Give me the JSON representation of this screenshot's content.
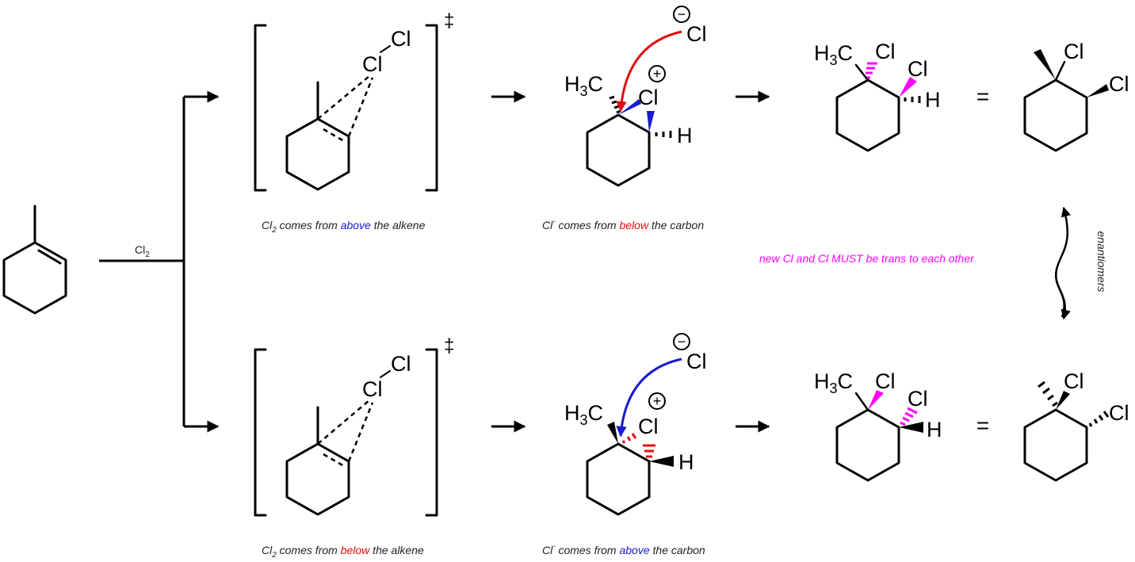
{
  "colors": {
    "ink": "#000000",
    "above": "#1a1ad0",
    "below": "#e01010",
    "highlight": "#ff00ff",
    "red_arrow": "#e01010",
    "blue_arrow": "#1a1ad0"
  },
  "reagent": {
    "text": "Cl",
    "sub": "2"
  },
  "symbols": {
    "ts": "‡",
    "equals": "=",
    "minus": "−",
    "plus": "+"
  },
  "atoms": {
    "cl": "Cl",
    "h": "H",
    "ch3_h": "H",
    "ch3_sub": "3",
    "ch3_c": "C"
  },
  "top": {
    "caption1": {
      "pre": "Cl",
      "sub": "2",
      "a": " comes from ",
      "hl": "above",
      "b": " the alkene"
    },
    "caption2": {
      "pre": "Cl",
      "sup": "-",
      "a": " comes from ",
      "hl": "below",
      "b": " the carbon"
    }
  },
  "bottom": {
    "caption1": {
      "pre": "Cl",
      "sub": "2",
      "a": " comes from ",
      "hl": "below",
      "b": " the alkene"
    },
    "caption2": {
      "pre": "Cl",
      "sup": "-",
      "a": " comes from ",
      "hl": "above",
      "b": " the carbon"
    }
  },
  "trans_note": "new Cl and Cl MUST be trans to each other",
  "relation_label": "enantiomers"
}
